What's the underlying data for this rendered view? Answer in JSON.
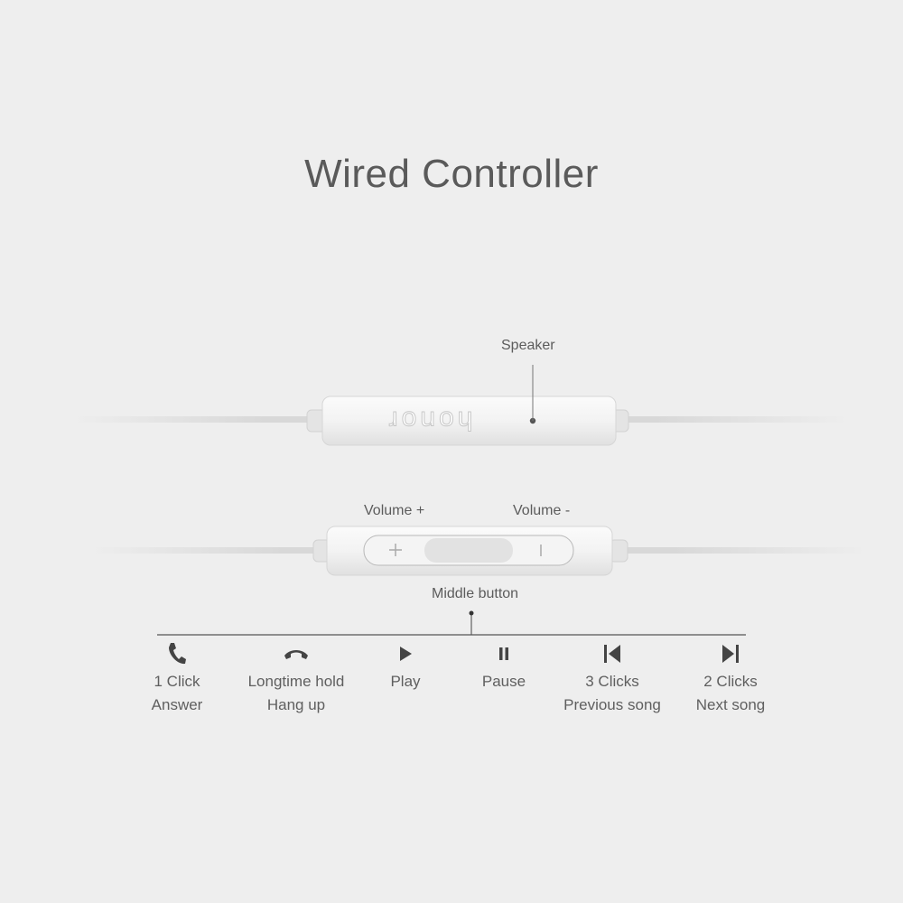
{
  "title": "Wired Controller",
  "labels": {
    "speaker": "Speaker",
    "volume_up": "Volume +",
    "volume_down": "Volume -",
    "middle_button": "Middle button"
  },
  "logo_text": "honor",
  "functions": [
    {
      "icon": "phone-icon",
      "line1": "1 Click",
      "line2": "Answer"
    },
    {
      "icon": "hang-up-icon",
      "line1": "Longtime hold",
      "line2": "Hang up"
    },
    {
      "icon": "play-icon",
      "line1": "Play",
      "line2": ""
    },
    {
      "icon": "pause-icon",
      "line1": "Pause",
      "line2": ""
    },
    {
      "icon": "previous-track-icon",
      "line1": "3 Clicks",
      "line2": "Previous song"
    },
    {
      "icon": "next-track-icon",
      "line1": "2 Clicks",
      "line2": "Next song"
    }
  ]
}
